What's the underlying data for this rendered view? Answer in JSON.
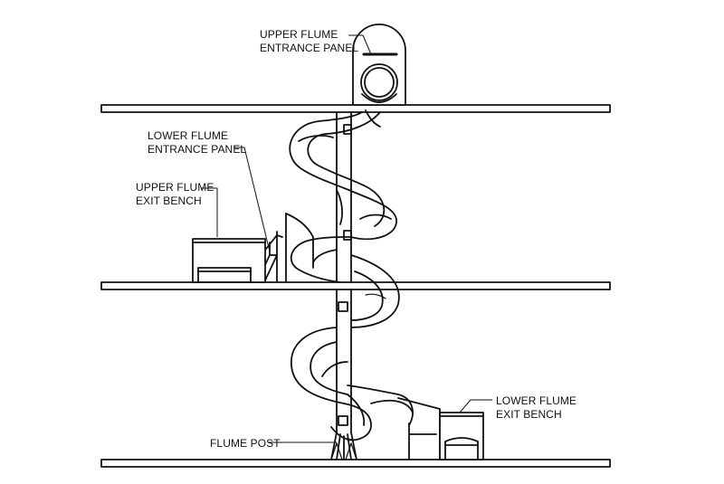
{
  "labels": {
    "upper_flume_entrance_panel": [
      "UPPER FLUME",
      "ENTRANCE PANEL"
    ],
    "lower_flume_entrance_panel": [
      "LOWER FLUME",
      "ENTRANCE PANEL"
    ],
    "upper_flume_exit_bench": [
      "UPPER FLUME",
      "EXIT BENCH"
    ],
    "lower_flume_exit_bench": [
      "LOWER FLUME",
      "EXIT BENCH"
    ],
    "flume_post": "FLUME POST"
  },
  "colors": {
    "line": "#111111",
    "background": "#ffffff"
  }
}
